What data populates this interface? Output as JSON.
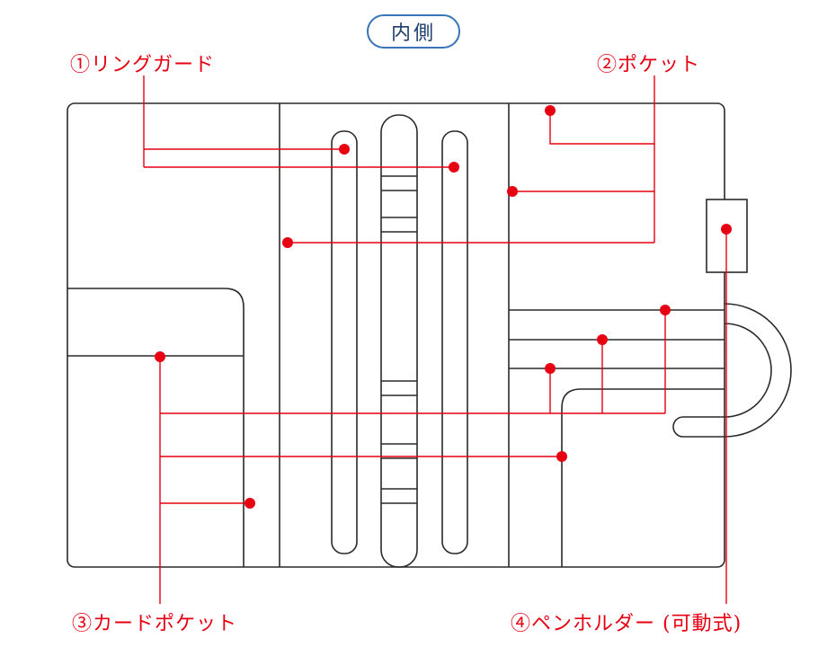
{
  "badge": {
    "label": "内側"
  },
  "callouts": [
    {
      "id": "ring-guard",
      "label": "①リングガード"
    },
    {
      "id": "pocket",
      "label": "②ポケット"
    },
    {
      "id": "card-pocket",
      "label": "③カードポケット"
    },
    {
      "id": "pen-holder",
      "label": "④ペンホルダー (可動式)"
    }
  ],
  "colors": {
    "line": "#2a2a2a",
    "accent-red": "#e60012",
    "badge-border": "#3a74b8",
    "badge-text": "#1d3e6e",
    "background": "#ffffff"
  }
}
